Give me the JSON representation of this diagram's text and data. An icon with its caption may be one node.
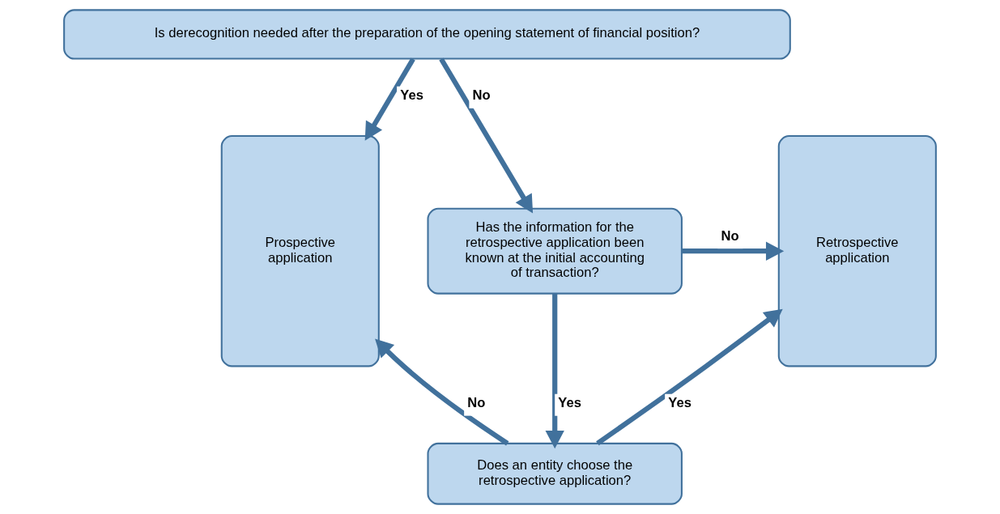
{
  "diagram": {
    "nodes": [
      {
        "text": [
          "Is derecognition needed after the preparation of the opening statement of financial position?"
        ]
      },
      {
        "text": [
          "Prospective application"
        ]
      },
      {
        "text": [
          "Has the information for the retrospective application been known at the initial accounting of transaction?"
        ]
      },
      {
        "text": [
          "Retrospective application"
        ]
      },
      {
        "text": [
          "Does an entity choose the retrospective application?"
        ]
      }
    ],
    "edges": [
      {
        "from": 0,
        "to": 1,
        "arrow": "to",
        "label": "Yes"
      },
      {
        "from": 0,
        "to": 2,
        "arrow": "to",
        "label": "No"
      },
      {
        "from": 2,
        "to": 3,
        "arrow": "to",
        "label": "No"
      },
      {
        "from": 2,
        "to": 4,
        "arrow": "to",
        "label": "Yes"
      },
      {
        "from": 4,
        "to": 1,
        "arrow": "to",
        "label": "No"
      },
      {
        "from": 4,
        "to": 3,
        "arrow": "to",
        "label": "Yes"
      }
    ]
  }
}
